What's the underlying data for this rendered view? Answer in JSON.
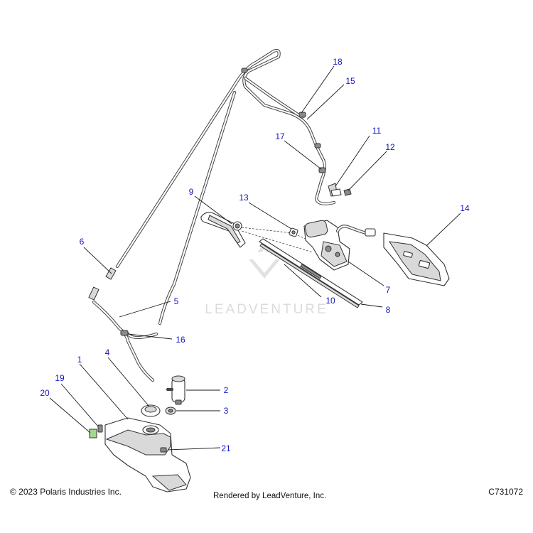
{
  "watermark": {
    "text": "LEADVENTURE"
  },
  "footer": {
    "copyright": "© 2023 Polaris Industries Inc.",
    "rendered_by": "Rendered by LeadVenture, Inc.",
    "drawing_id": "C731072"
  },
  "callouts": [
    "1",
    "2",
    "3",
    "4",
    "5",
    "6",
    "7",
    "8",
    "9",
    "10",
    "11",
    "12",
    "13",
    "14",
    "15",
    "16",
    "17",
    "18",
    "19",
    "20",
    "21"
  ]
}
